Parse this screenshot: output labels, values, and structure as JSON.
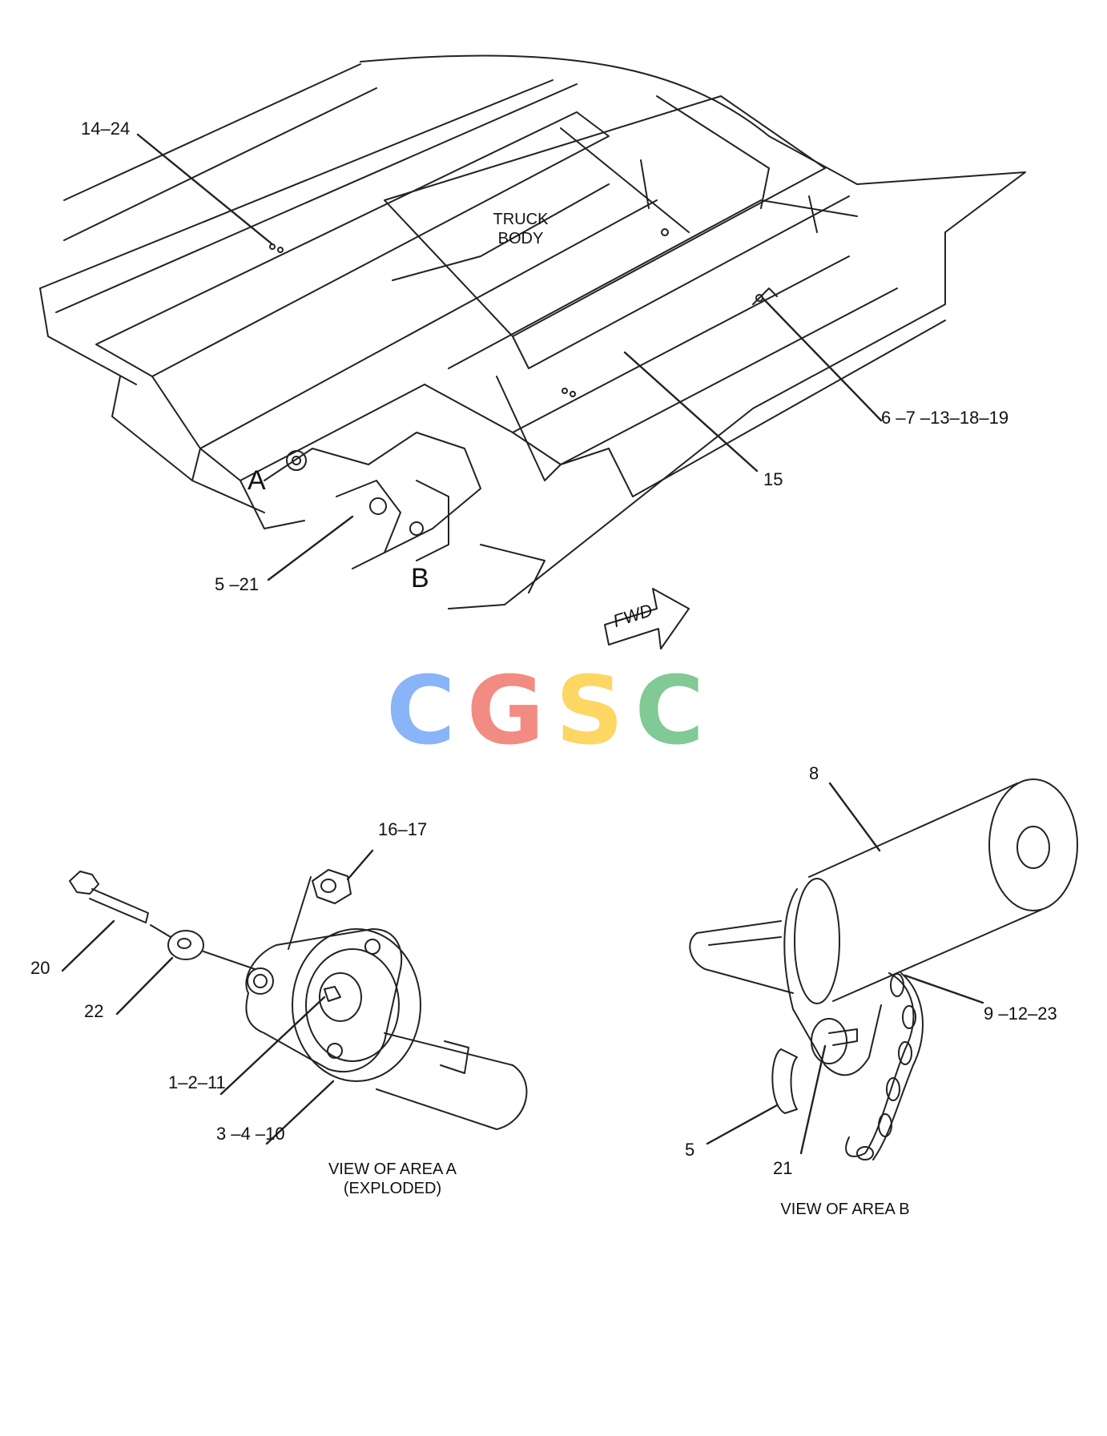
{
  "callouts": {
    "c14_24": "14–24",
    "truck_body_line1": "TRUCK",
    "truck_body_line2": "BODY",
    "c6_7_13_18_19": "6 –7 –13–18–19",
    "c15": "15",
    "letter_a": "A",
    "letter_b": "B",
    "c5_21": "5 –21",
    "fwd": "FWD",
    "c16_17": "16–17",
    "c20": "20",
    "c22": "22",
    "c1_2_11": "1–2–11",
    "c3_4_10": "3 –4 –10",
    "c8": "8",
    "c9_12_23": "9 –12–23",
    "c5": "5",
    "c21": "21"
  },
  "captions": {
    "view_a_line1": "VIEW OF AREA A",
    "view_a_line2": "(EXPLODED)",
    "view_b": "VIEW OF AREA B"
  },
  "watermark": {
    "letters": [
      "C",
      "G",
      "S",
      "C"
    ],
    "colors": [
      "#8ab4f8",
      "#f28b82",
      "#fdd663",
      "#81c995"
    ]
  }
}
